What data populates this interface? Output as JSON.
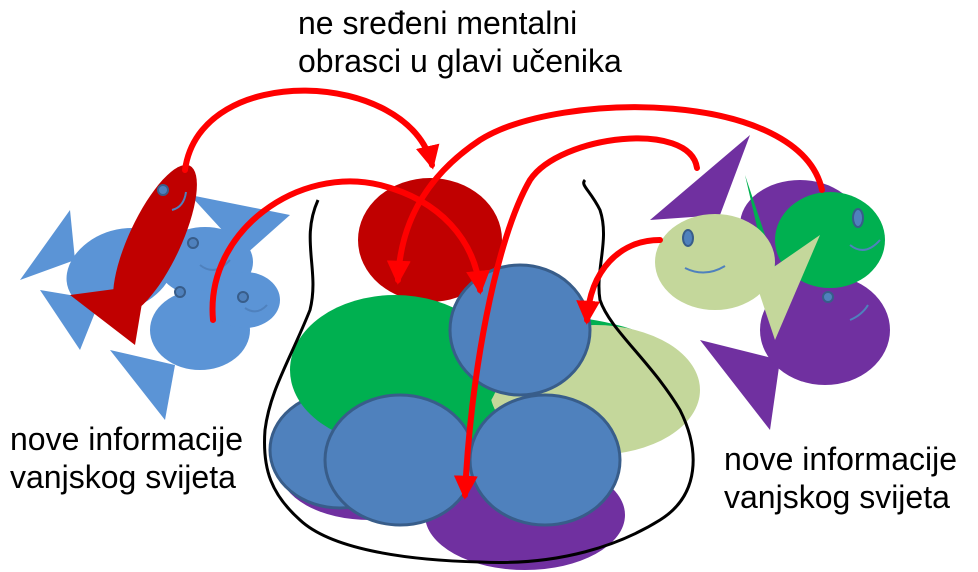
{
  "labels": {
    "top": {
      "line1": "ne sređeni mentalni",
      "line2": "obrasci u glavi učenika"
    },
    "left": {
      "line1": "nove informacije",
      "line2": "vanjskog svijeta"
    },
    "right": {
      "line1": "nove informacije",
      "line2": "vanjskog svijeta"
    }
  },
  "colors": {
    "blue": "#4f81bd",
    "light_blue": "#5b94d6",
    "green": "#00b050",
    "light_green": "#c4d79b",
    "purple": "#7030a0",
    "dark_red": "#c00000",
    "arrow_red": "#ff0000",
    "outline": "#000000"
  }
}
